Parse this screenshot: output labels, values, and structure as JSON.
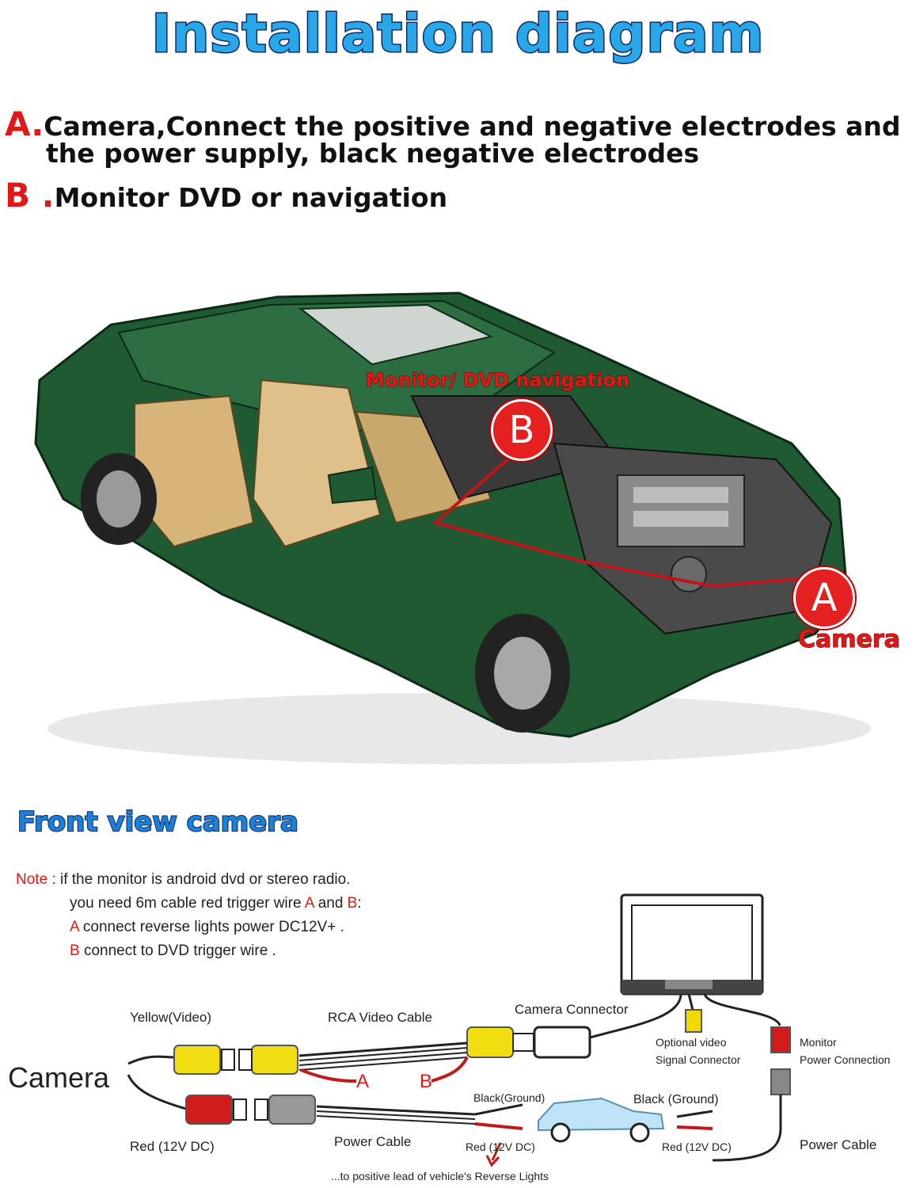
{
  "title": "Installation diagram",
  "legend": {
    "a_letter": "A.",
    "a_text_line1": "Camera,Connect the positive and negative electrodes and",
    "a_text_line2": "the power supply, black negative electrodes",
    "b_letter": "B .",
    "b_text": "Monitor DVD or navigation"
  },
  "car_diagram": {
    "callout_b_letter": "B",
    "callout_b_label": "Monitor/ DVD navigation",
    "callout_a_letter": "A",
    "callout_a_label": "Camera",
    "car_color": "#1f5a32",
    "wire_color": "#c0141a"
  },
  "section_title": "Front view camera",
  "note": {
    "prefix": "Note :",
    "line1": "if the monitor is android dvd or stereo radio.",
    "line2_pre": "you need 6m cable red trigger wire",
    "line2_a": "A",
    "line2_mid": "and",
    "line2_b": "B",
    "line2_post": ":",
    "line3_letter": "A",
    "line3_text": "connect reverse lights power DC12V+ .",
    "line4_letter": "B",
    "line4_text": "connect to DVD trigger wire ."
  },
  "wiring": {
    "camera": "Camera",
    "yellow_video": "Yellow(Video)",
    "red_12v": "Red (12V DC)",
    "rca_cable": "RCA Video  Cable",
    "power_cable_left": "Power  Cable",
    "camera_connector": "Camera Connector",
    "wire_a": "A",
    "wire_b": "B",
    "optional_video_line1": "Optional video",
    "optional_video_line2": "Signal Connector",
    "monitor_power_line1": "Monitor",
    "monitor_power_line2": "Power Connection",
    "black_ground_left": "Black(Ground)",
    "black_ground_right": "Black (Ground)",
    "red_12v_small_left": "Red (12V DC)",
    "red_12v_small_right": "Red (12V DC)",
    "power_cable_right": "Power  Cable",
    "reverse_lights": "...to positive lead of vehicle's Reverse Lights"
  }
}
